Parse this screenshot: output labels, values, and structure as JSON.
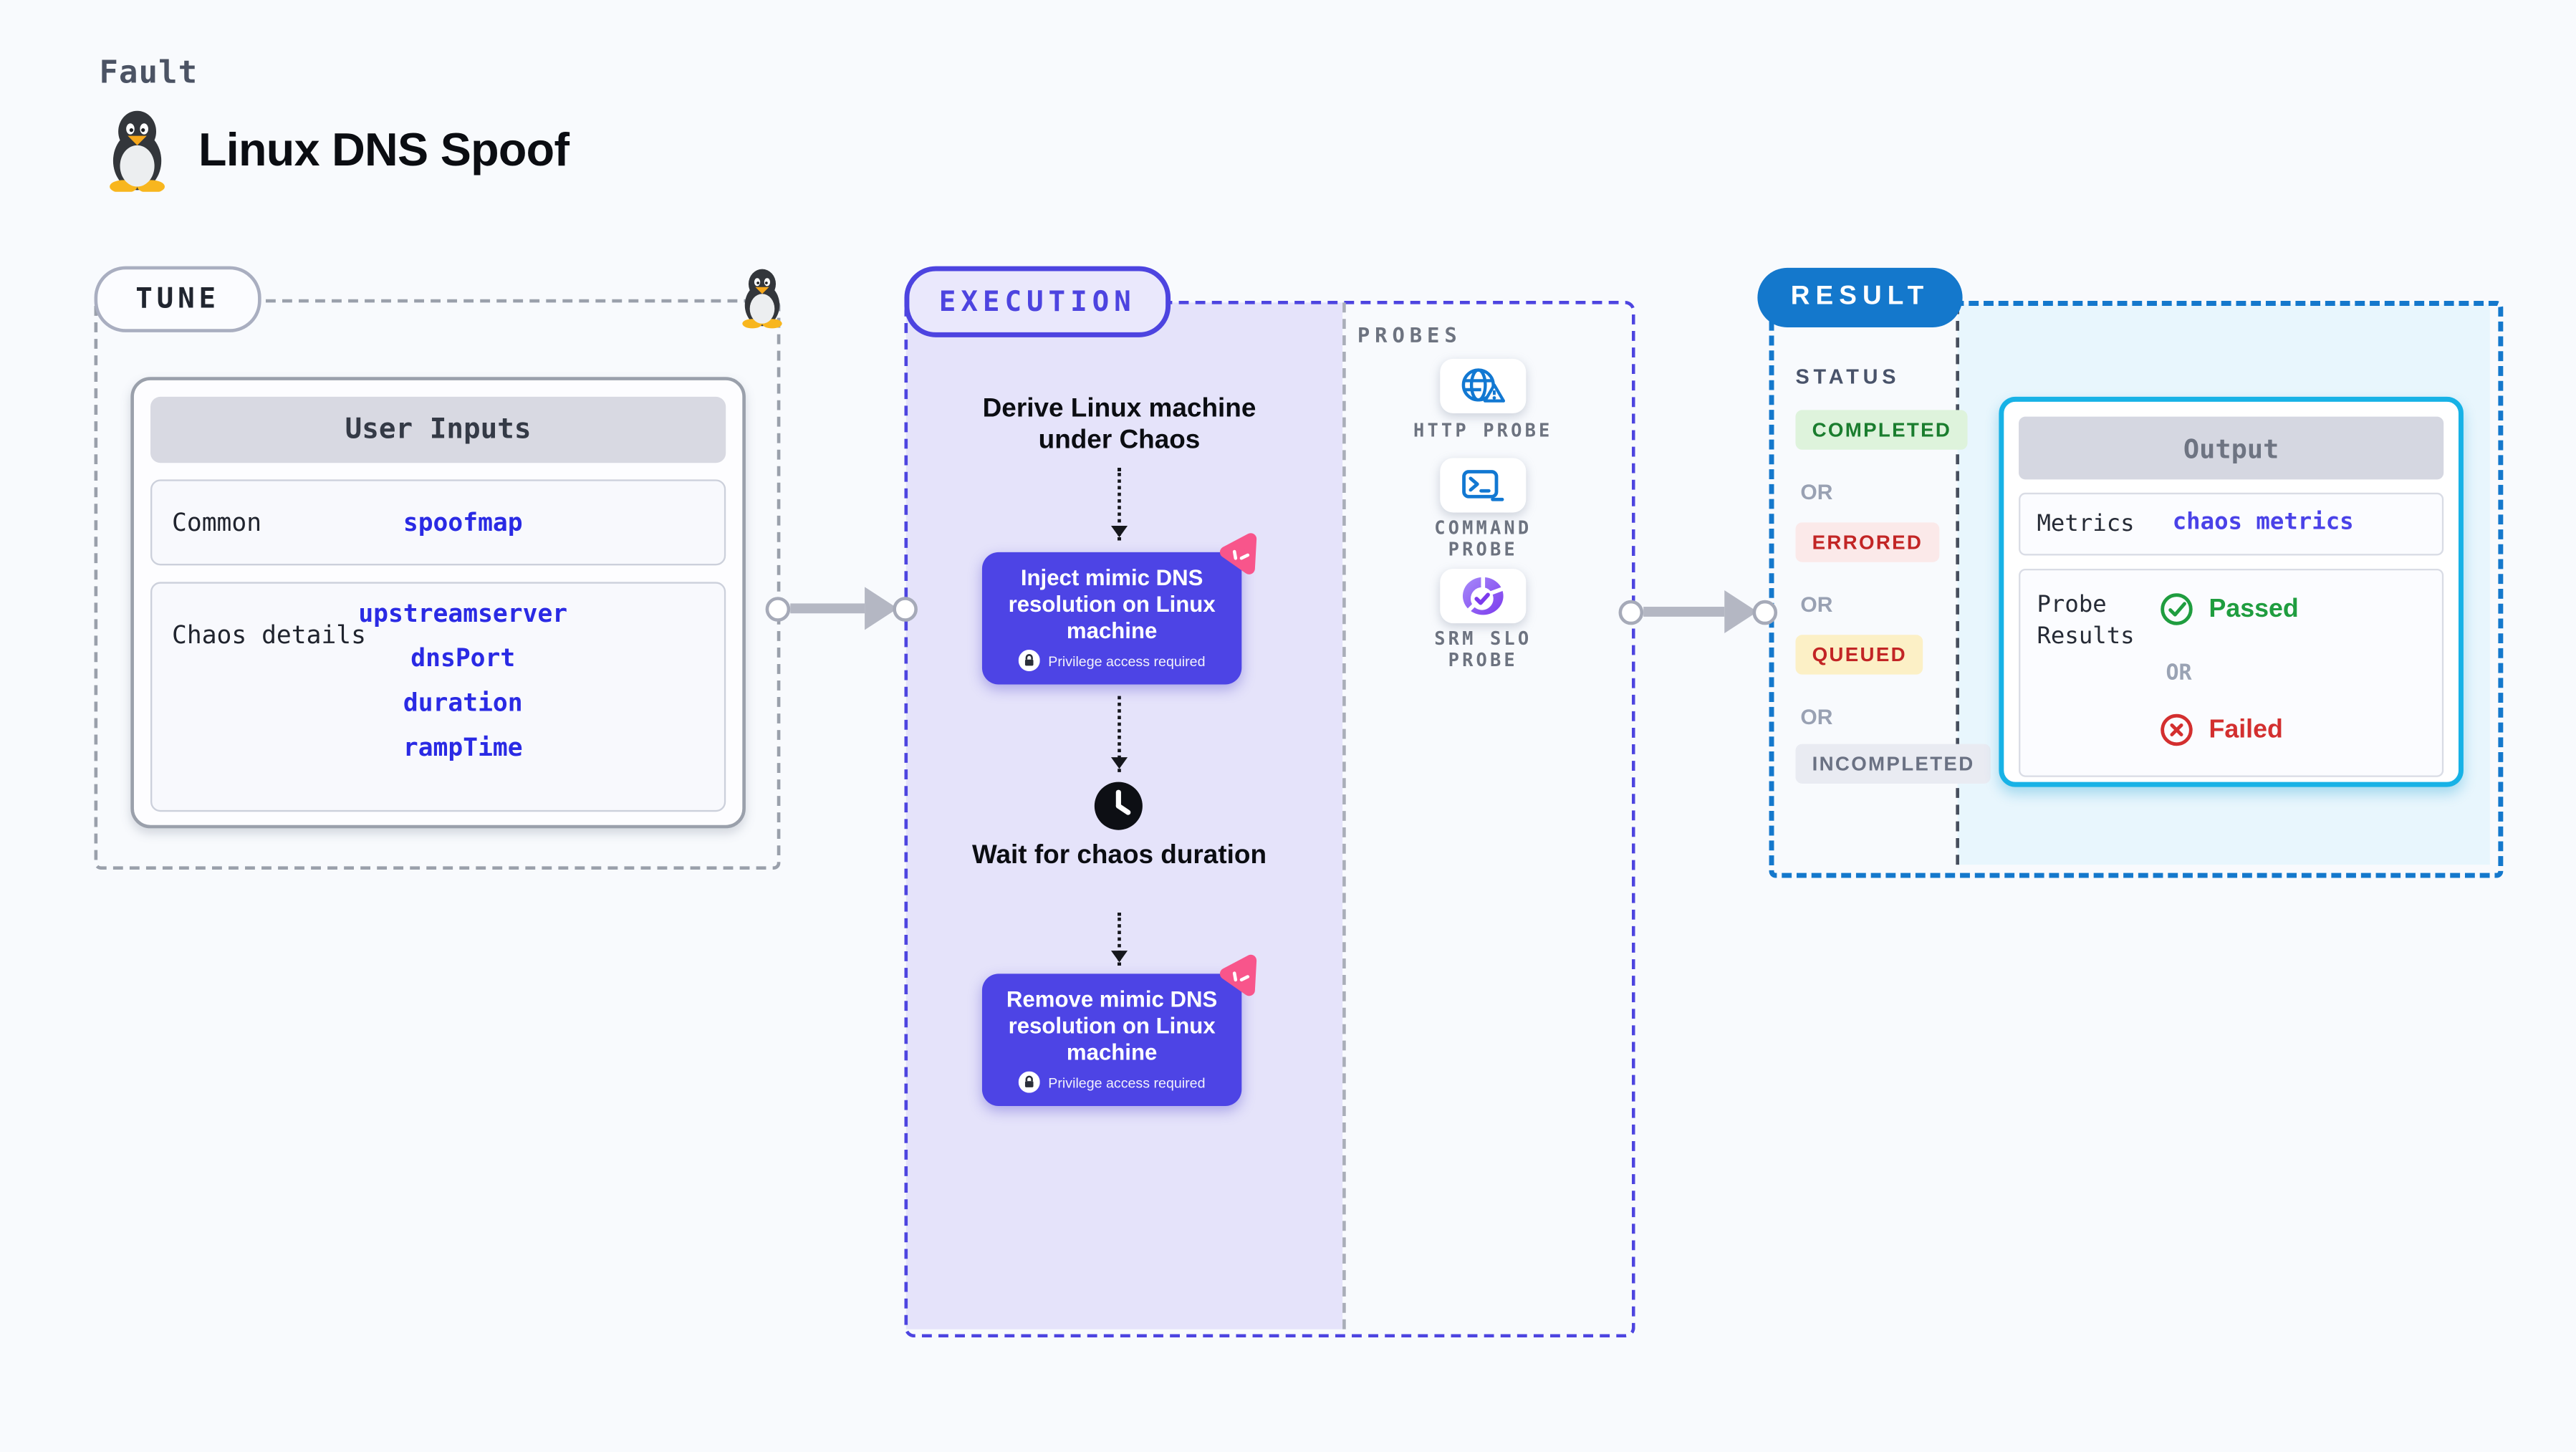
{
  "header": {
    "eyebrow": "Fault",
    "title": "Linux DNS Spoof",
    "icon": "tux-penguin"
  },
  "tune": {
    "badge": "TUNE",
    "panel_title": "User Inputs",
    "rows": [
      {
        "label": "Common",
        "values": [
          "spoofmap"
        ]
      },
      {
        "label": "Chaos details",
        "values": [
          "upstreamserver",
          "dnsPort",
          "duration",
          "rampTime"
        ]
      }
    ]
  },
  "execution": {
    "badge": "EXECUTION",
    "steps": {
      "derive": "Derive Linux machine under Chaos",
      "inject": "Inject mimic DNS resolution on Linux machine",
      "wait": "Wait for chaos duration",
      "remove": "Remove mimic DNS resolution on Linux machine"
    },
    "privilege_note": "Privilege access required"
  },
  "probes": {
    "label": "PROBES",
    "items": [
      {
        "name": "HTTP PROBE",
        "icon": "globe-warning-icon"
      },
      {
        "name": "COMMAND PROBE",
        "icon": "terminal-icon"
      },
      {
        "name": "SRM SLO PROBE",
        "icon": "slo-check-donut-icon"
      }
    ]
  },
  "result": {
    "badge": "RESULT",
    "status_label": "STATUS",
    "or_label": "OR",
    "statuses": [
      {
        "text": "COMPLETED",
        "bg": "#def3dc",
        "color": "#1a7d2e"
      },
      {
        "text": "ERRORED",
        "bg": "#fbe9e9",
        "color": "#c22525"
      },
      {
        "text": "QUEUED",
        "bg": "#fcf0c6",
        "color": "#c22525"
      },
      {
        "text": "INCOMPLETED",
        "bg": "#e9ebf2",
        "color": "#6a7183"
      }
    ],
    "output": {
      "title": "Output",
      "metrics_label": "Metrics",
      "metrics_value": "chaos metrics",
      "probe_results_label": "Probe Results",
      "passed": "Passed",
      "or": "OR",
      "failed": "Failed"
    }
  },
  "colors": {
    "accent_indigo": "#4d44e5",
    "accent_blue": "#1478cc",
    "accent_cyan": "#17b2e6",
    "tune_value_blue": "#2a2ae4",
    "metrics_value_indigo": "#4a42e8",
    "chaos_pink": "#f8558b",
    "lavender_fill": "#e5e3fa",
    "cyan_fill": "#e8f6fd"
  }
}
